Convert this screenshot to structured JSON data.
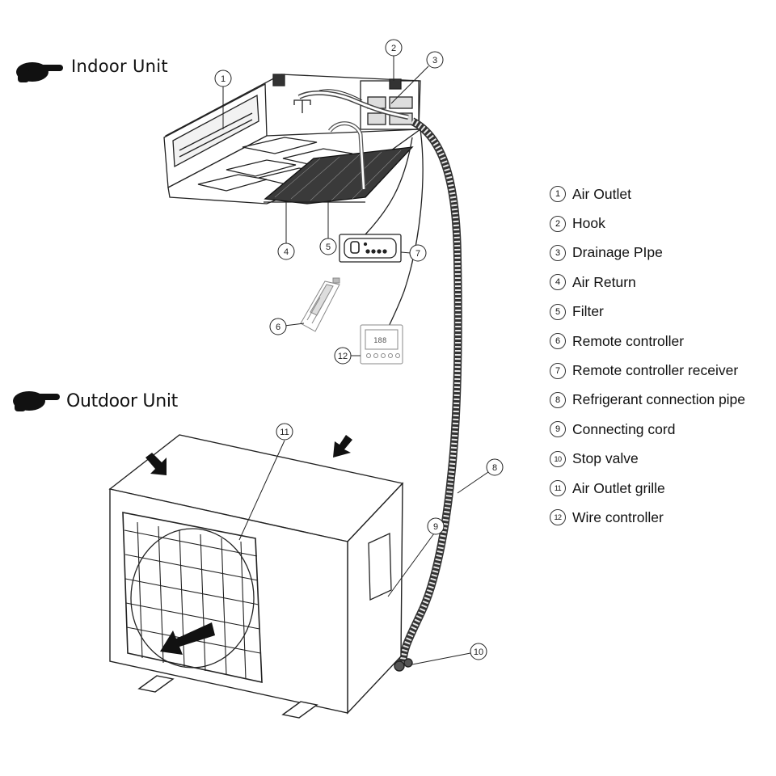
{
  "headings": {
    "indoor": "Indoor Unit",
    "outdoor": "Outdoor Unit"
  },
  "legend": [
    {
      "num": "1",
      "label": "Air Outlet"
    },
    {
      "num": "2",
      "label": "Hook"
    },
    {
      "num": "3",
      "label": "Drainage PIpe"
    },
    {
      "num": "4",
      "label": "Air Return"
    },
    {
      "num": "5",
      "label": "Filter"
    },
    {
      "num": "6",
      "label": "Remote controller"
    },
    {
      "num": "7",
      "label": "Remote controller receiver"
    },
    {
      "num": "8",
      "label": "Refrigerant  connection pipe"
    },
    {
      "num": "9",
      "label": "Connecting cord"
    },
    {
      "num": "10",
      "label": "Stop valve"
    },
    {
      "num": "11",
      "label": "Air Outlet grille"
    },
    {
      "num": "12",
      "label": "Wire controller"
    }
  ],
  "callouts": {
    "c1": "1",
    "c2": "2",
    "c3": "3",
    "c4": "4",
    "c5": "5",
    "c6": "6",
    "c7": "7",
    "c8": "8",
    "c9": "9",
    "c10": "10",
    "c11": "11",
    "c12": "12"
  },
  "wire_controller_display": "188"
}
